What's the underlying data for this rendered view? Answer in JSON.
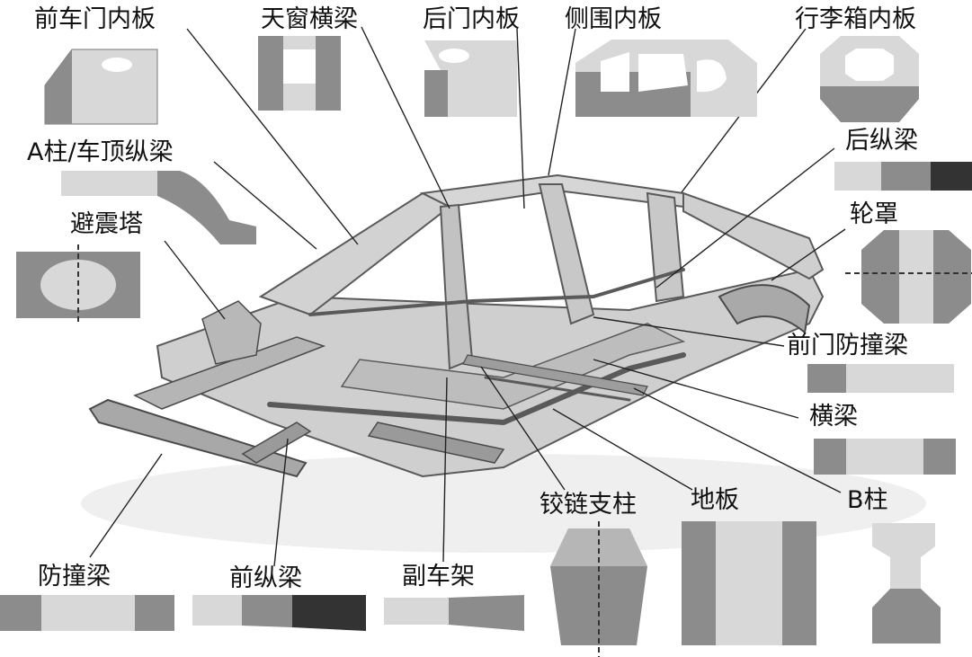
{
  "labels": {
    "front_door_inner": "前车门内板",
    "sunroof_beam": "天窗横梁",
    "rear_door_inner": "后门内板",
    "side_inner": "侧围内板",
    "trunk_inner": "行李箱内板",
    "a_pillar_roof_rail": "A柱/车顶纵梁",
    "rear_rail": "后纵梁",
    "shock_tower": "避震塔",
    "wheelhouse": "轮罩",
    "front_door_beam": "前门防撞梁",
    "cross_beam": "横梁",
    "b_pillar": "B柱",
    "hinge_pillar": "铰链支柱",
    "floor": "地板",
    "bumper": "防撞梁",
    "front_rail": "前纵梁",
    "subframe": "副车架"
  },
  "colors": {
    "light": "#d8d8d8",
    "mid": "#8c8c8c",
    "dark": "#333333",
    "body_fill": "#cfcfcf",
    "body_stroke": "#5a5a5a"
  }
}
